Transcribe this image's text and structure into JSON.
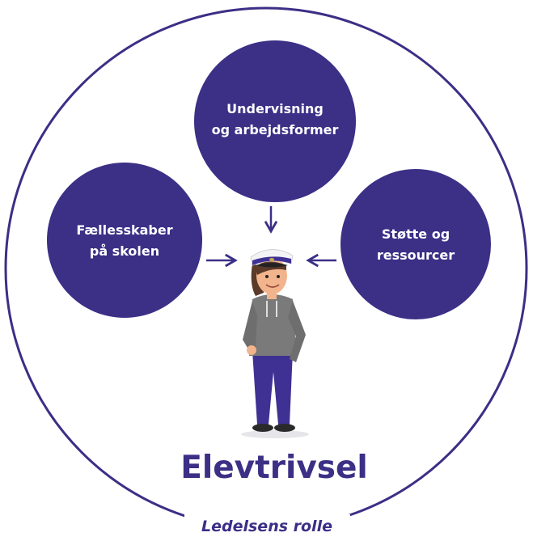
{
  "colors": {
    "accent": "#3b2f86",
    "bubble": "#3b2f86",
    "background": "#ffffff",
    "hoodie": "#7a7a7a",
    "pants": "#3f3193"
  },
  "diagram": {
    "title": "Elevtrivsel",
    "frame_label": "Ledelsens rolle",
    "bubbles": {
      "top": {
        "line1": "Undervisning",
        "line2": "og arbejdsformer"
      },
      "left": {
        "line1": "Fællesskaber",
        "line2": "på skolen"
      },
      "right": {
        "line1": "Støtte og",
        "line2": "ressourcer"
      }
    },
    "icons": {
      "arrow": "arrow-icon",
      "student": "student-figure"
    }
  }
}
